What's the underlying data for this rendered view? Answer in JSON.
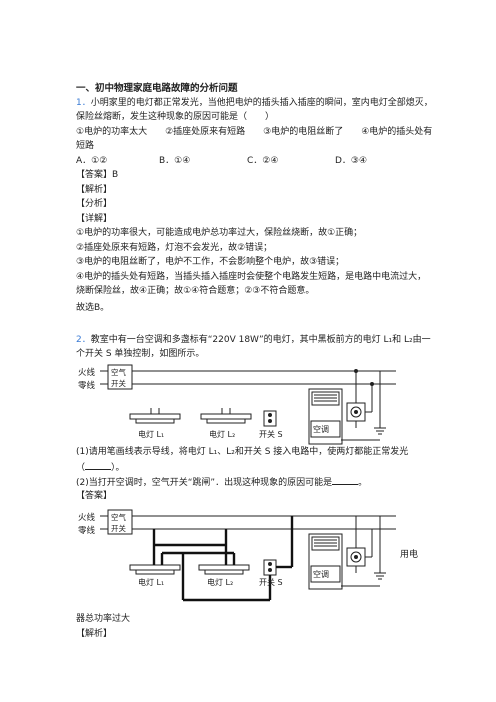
{
  "section_title": "一、初中物理家庭电路故障的分析问题",
  "q1": {
    "num": "1．",
    "stem_line1": "小明家里的电灯都正常发光，当他把电炉的插头插入插座的瞬间，室内电灯全部熄灭，",
    "stem_line2": "保险丝熔断，发生这种现象的原因可能是（　　）",
    "choices_line1": "①电炉的功率太大　　②插座处原来有短路　　③电炉的电阻丝断了　　④电炉的插头处有",
    "choices_line2": "短路",
    "options": [
      "A．①②",
      "B．①④",
      "C．②④",
      "D．③④"
    ],
    "answer": "【答案】B",
    "jiexi": "【解析】",
    "fenxi": "【分析】",
    "xiangjie": "【详解】",
    "detail": [
      "①电炉的功率很大，可能造成电炉总功率过大，保险丝烧断，故①正确；",
      "②插座处原来有短路，灯泡不会发光，故②错误；",
      "③电炉的电阻丝断了，电炉不工作，不会影响整个电炉，故③错误；",
      "④电炉的插头处有短路，当插头插入插座时会使整个电路发生短路，是电路中电流过大，",
      "烧断保险丝，故④正确；故①④符合题意；②③不符合题意。"
    ],
    "conclusion": "故选B。"
  },
  "q2": {
    "num": "2．",
    "stem_line1": "教室中有一台空调和多盏标有“220V 18W”的电灯，其中黑板前方的电灯 L₁和 L₂由一",
    "stem_line2": "个开关 S 单独控制，如图所示。",
    "sub1_line1": "(1)请用笔画线表示导线，将电灯 L₁、L₂和开关 S 接入电路中，使两灯都能正常发光",
    "sub1_pre": "（",
    "sub1_post": "）。",
    "sub2_pre": "(2)当打开空调时，空气开关“跳闸”．出现这种现象的原因可能是",
    "sub2_post": "。",
    "answer": "【答案】",
    "answer_tail_right": "用电",
    "answer_tail_next": "器总功率过大",
    "jiexi": "【解析】"
  },
  "diagram": {
    "fire_wire": "火线",
    "neutral_wire": "零线",
    "air_switch_1": "空气",
    "air_switch_2": "开关",
    "lamp1": "电灯 L₁",
    "lamp2": "电灯 L₂",
    "switch": "开关 S",
    "ac": "空调"
  }
}
